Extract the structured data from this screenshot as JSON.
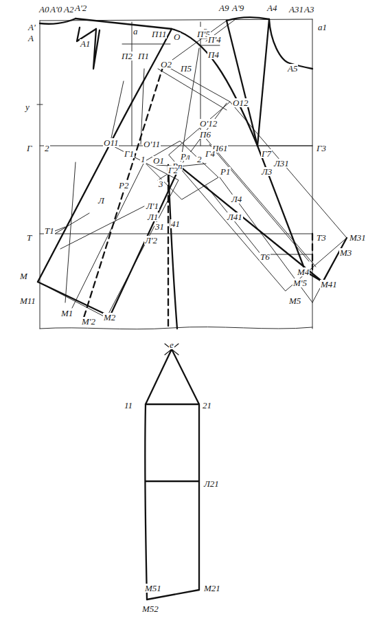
{
  "diagram": {
    "labels": [
      "А0",
      "А'0",
      "А2",
      "А'2",
      "а",
      "а2",
      "А9",
      "А'9",
      "А4",
      "А31",
      "А3",
      "а1",
      "А'",
      "А",
      "А1",
      "П11",
      "О",
      "П'5",
      "П'4",
      "П4",
      "П2",
      "П1",
      "О2",
      "П5",
      "А5",
      "у",
      "О12",
      "О11",
      "О'11",
      "О'12",
      "П6",
      "П61",
      "Рл",
      "Рп",
      "Г",
      "2",
      "Г1",
      "1",
      "О1",
      "2",
      "Г4",
      "Г2",
      "Р1",
      "Г7",
      "Л31",
      "Л3",
      "Г3",
      "Р2",
      "Л",
      "3",
      "Л4",
      "Л'1",
      "Л1",
      "31",
      "41",
      "Л41",
      "Л'2",
      "Т",
      "Т1",
      "Т6",
      "Т3",
      "М31",
      "М3",
      "М",
      "М11",
      "М4",
      "М'5",
      "М41",
      "М5",
      "М1",
      "М'2",
      "М2",
      "е",
      "11",
      "21",
      "Л21",
      "М51",
      "М21",
      "М52"
    ]
  }
}
